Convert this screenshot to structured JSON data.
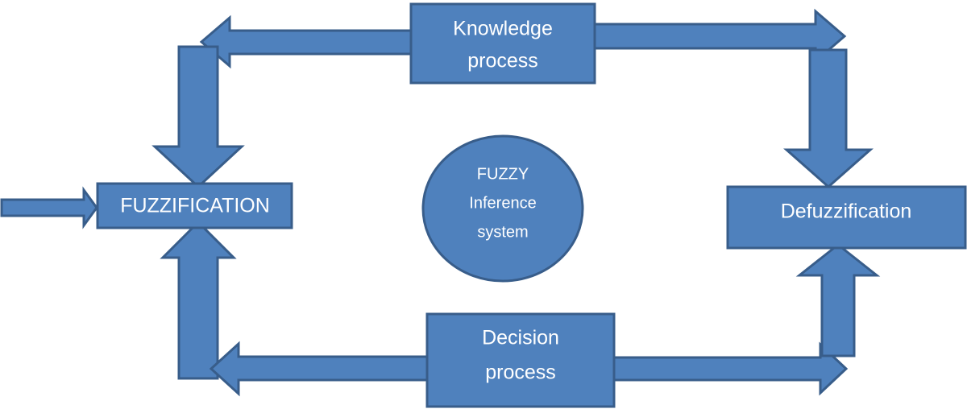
{
  "colors": {
    "fill": "#4F81BD",
    "stroke": "#385D8A",
    "text": "#FFFFFF",
    "background": "#FFFFFF"
  },
  "nodes": {
    "knowledge": {
      "line1": "Knowledge",
      "line2": "process"
    },
    "fuzzification": {
      "label": "FUZZIFICATION"
    },
    "center": {
      "line1": "FUZZY",
      "line2": "Inference",
      "line3": "system"
    },
    "defuzzification": {
      "label": "Defuzzification"
    },
    "decision": {
      "line1": "Decision",
      "line2": "process"
    }
  }
}
